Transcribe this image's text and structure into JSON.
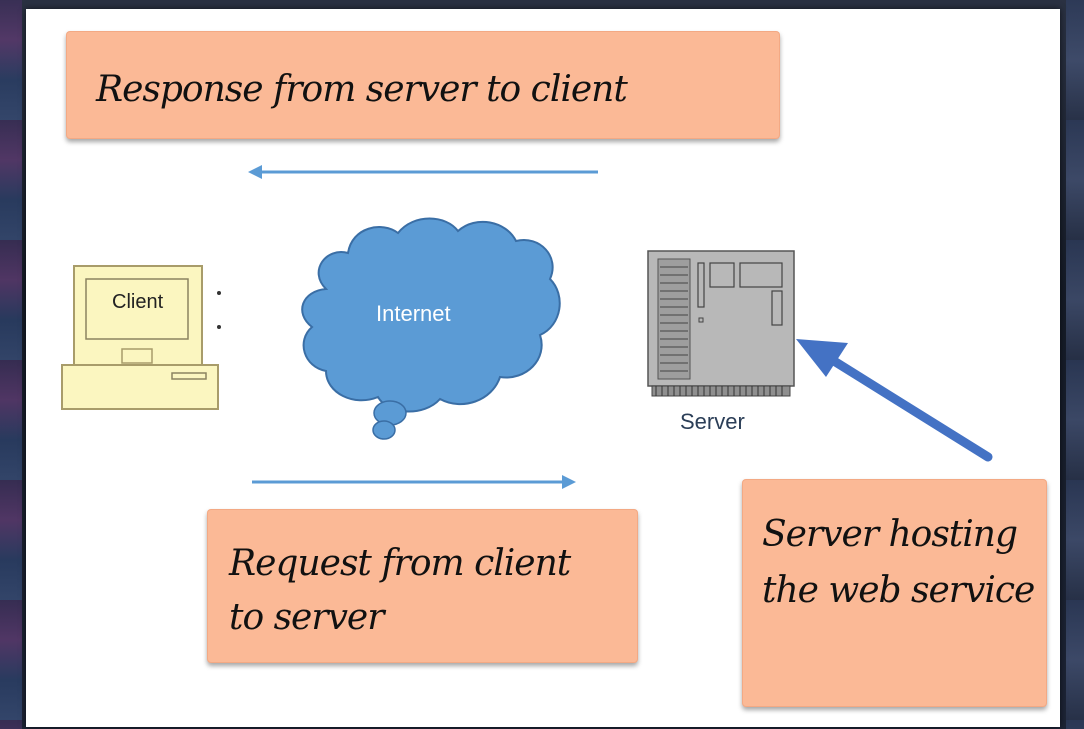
{
  "notes": {
    "response": "Response from server to client",
    "request": "Request from client to server",
    "hosting": "Server hosting the web service"
  },
  "labels": {
    "client": "Client",
    "internet": "Internet",
    "server": "Server"
  },
  "colors": {
    "note_fill": "#fbb996",
    "arrow": "#5b9bd5",
    "callout_arrow": "#4472c4",
    "cloud": "#5b9bd5",
    "client_fill": "#fbf6c0",
    "server_fill": "#b8b8b8"
  }
}
